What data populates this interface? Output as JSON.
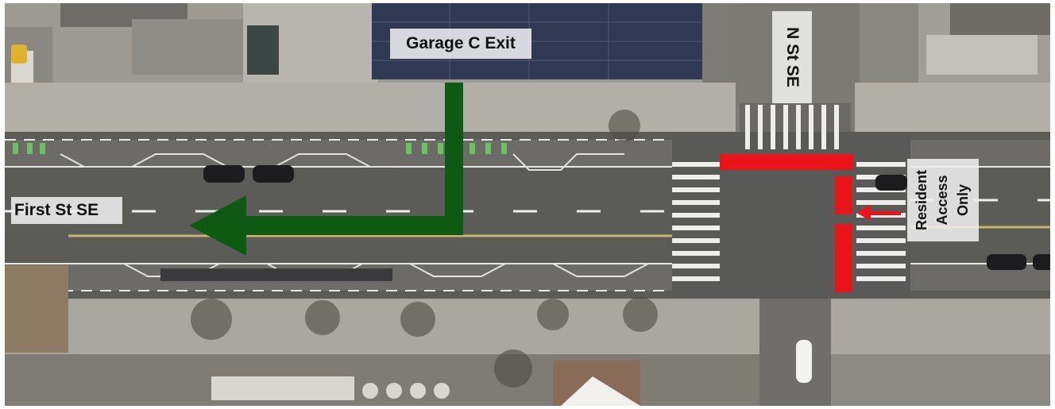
{
  "labels": {
    "garage_exit": "Garage C Exit",
    "first_street": "First St SE",
    "n_street": "N St SE",
    "resident_access": [
      "Resident",
      "Access",
      "Only"
    ]
  },
  "colors": {
    "route_arrow": "#0f5a12",
    "barrier": "#e8141a",
    "access_arrow": "#e8141a",
    "road": "#5b5b58",
    "sidewalk": "#b1afa8",
    "bike_lane": "#6c6b68",
    "median_line": "#c9b56d",
    "green_paint": "#6cbf63",
    "solar_roof": "#2f3a52",
    "building_roof": "#8f8d88"
  },
  "icons": {
    "route": "green-left-turn-arrow",
    "barrier": "red-road-closure-bar",
    "access": "red-left-arrow"
  }
}
